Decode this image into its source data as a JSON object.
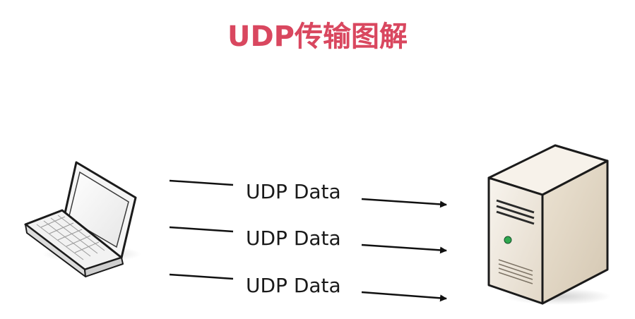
{
  "title": "UDP传输图解",
  "packets": [
    {
      "label": "UDP Data"
    },
    {
      "label": "UDP Data"
    },
    {
      "label": "UDP Data"
    }
  ],
  "colors": {
    "title": "#d9475f",
    "line": "#111111",
    "server_body": "#efe8dc",
    "server_led": "#2fa84f"
  },
  "icons": {
    "client": "laptop-icon",
    "server": "server-tower-icon"
  }
}
